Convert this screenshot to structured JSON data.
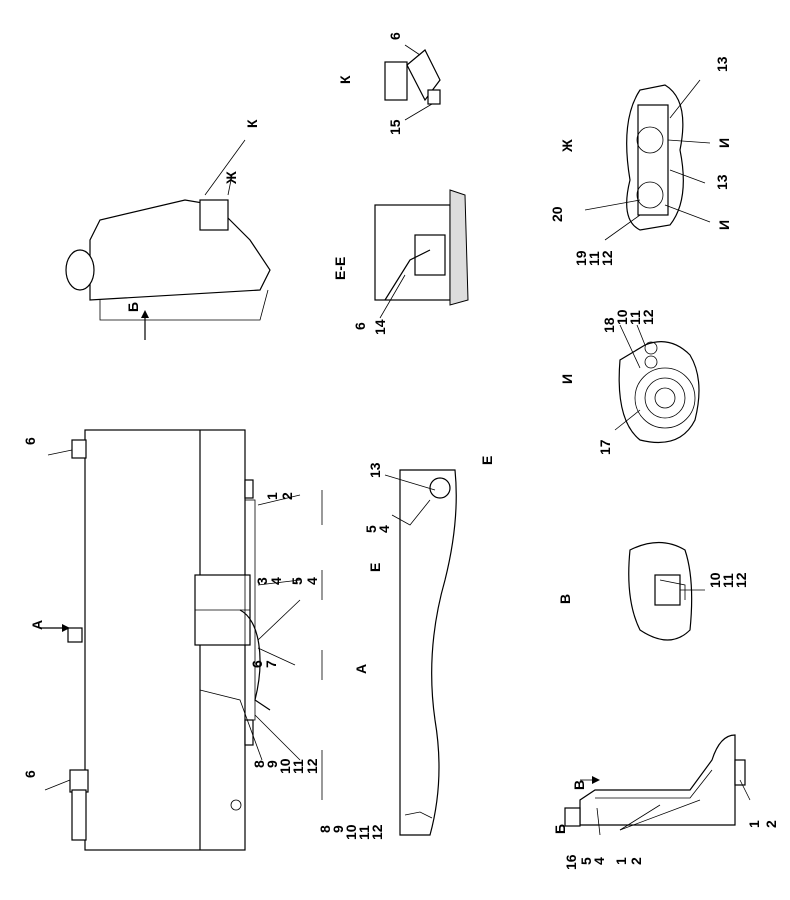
{
  "main_view": {
    "c6a": "6",
    "c6b": "6",
    "view_a": "А",
    "c1": "1",
    "c2": "2",
    "c3": "3",
    "c4a": "4",
    "c5": "5",
    "c4b": "4",
    "c6": "6",
    "c7": "7",
    "c8": "8",
    "c9": "9",
    "c10": "10",
    "c11": "11",
    "c12": "12"
  },
  "side_view": {
    "k": "К",
    "zh": "Ж",
    "b": "Б"
  },
  "view_k": {
    "title": "К",
    "c6": "6",
    "c15": "15"
  },
  "section_ee": {
    "title": "Е-Е",
    "c6": "6",
    "c14": "14"
  },
  "view_a": {
    "title": "А",
    "c13": "13",
    "c5": "5",
    "c4": "4",
    "e1": "Е",
    "e2": "Е",
    "c8": "8",
    "c9": "9",
    "c10": "10",
    "c11": "11",
    "c12": "12"
  },
  "view_zh": {
    "title": "Ж",
    "c13a": "13",
    "i1": "И",
    "c13b": "13",
    "i2": "И",
    "c20": "20",
    "c19": "19",
    "c11": "11",
    "c12": "12"
  },
  "view_i": {
    "title": "И",
    "c18": "18",
    "c10": "10",
    "c11": "11",
    "c12": "12",
    "c17": "17"
  },
  "view_v": {
    "title": "В",
    "c10": "10",
    "c11": "11",
    "c12": "12"
  },
  "view_b": {
    "title": "Б",
    "v": "В",
    "c16": "16",
    "c5": "5",
    "c4": "4",
    "c1a": "1",
    "c2a": "2",
    "c1b": "1",
    "c2b": "2"
  }
}
